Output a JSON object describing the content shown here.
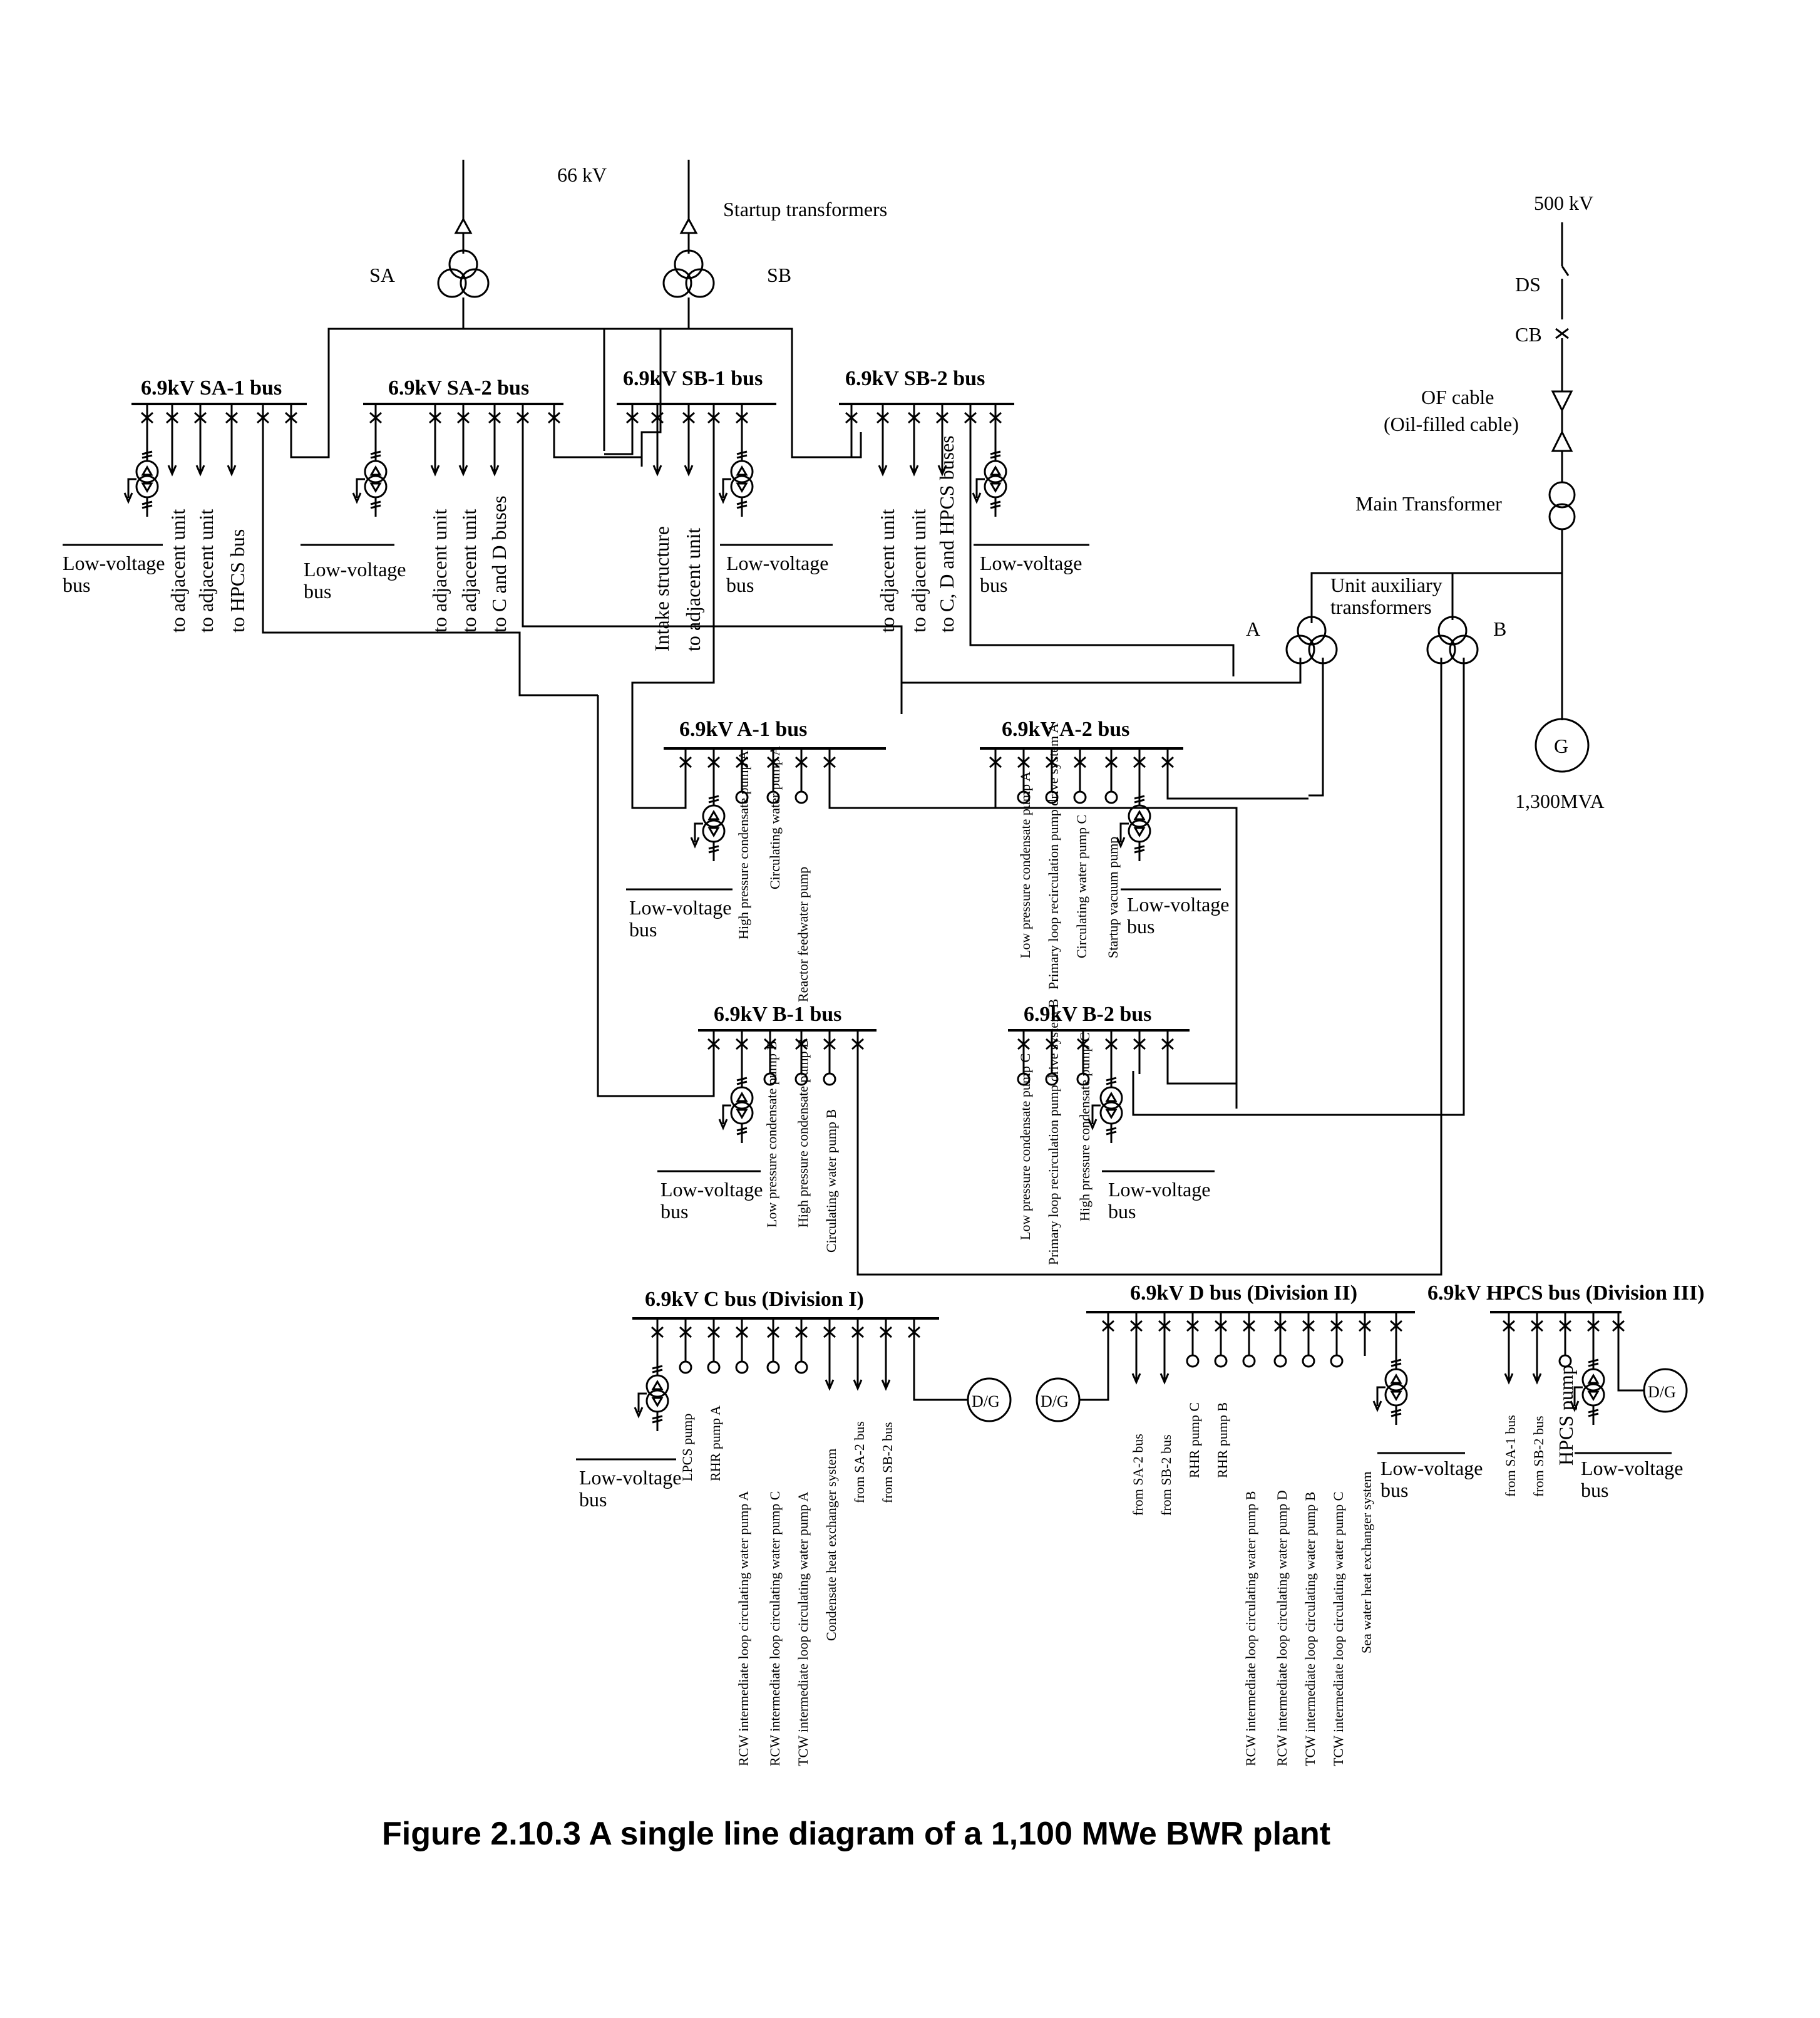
{
  "labels": {
    "kv66": "66 kV",
    "startup": "Startup transformers",
    "sa": "SA",
    "sb": "SB",
    "kv500": "500 kV",
    "ds": "DS",
    "cb": "CB",
    "of1": "OF cable",
    "of2": "(Oil-filled cable)",
    "main_tr": "Main Transformer",
    "uat1": "Unit auxiliary",
    "uat2": "transformers",
    "a": "A",
    "b": "B",
    "gen": "G",
    "mva": "1,300MVA",
    "dg": "D/G"
  },
  "buses": {
    "sa1": "6.9kV   SA-1 bus",
    "sa2": "6.9kV   SA-2 bus",
    "sb1": "6.9kV   SB-1 bus",
    "sb2": "6.9kV   SB-2 bus",
    "a1": "6.9kV   A-1 bus",
    "a2": "6.9kV   A-2 bus",
    "b1": "6.9kV   B-1 bus",
    "b2": "6.9kV   B-2 bus",
    "c": "6.9kV   C bus (Division I)",
    "d": "6.9kV   D bus (Division II)",
    "hpcs": "6.9kV   HPCS bus (Division III)"
  },
  "lv": {
    "l1": "Low-voltage",
    "l2": "bus"
  },
  "feeders": {
    "sa1": [
      "to adjacent unit",
      "to adjacent unit",
      "to HPCS bus"
    ],
    "sa2": [
      "to adjacent unit",
      "to adjacent unit",
      "to C and D buses"
    ],
    "sb1": [
      "Intake structure",
      "to adjacent unit"
    ],
    "sb2": [
      "to adjacent unit",
      "to adjacent unit",
      "to C, D and HPCS buses"
    ],
    "a1": [
      "High pressure condensate pump A",
      "Circulating water pump A",
      "Reactor feedwater pump"
    ],
    "a2": [
      "Low pressure condensate pump A",
      "Primary loop recirculation pump drive system A",
      "Circulating water pump C",
      "Startup vacuum pump"
    ],
    "b1": [
      "Low pressure condensate pump B",
      "High pressure condensate pump B",
      "Circulating water pump B"
    ],
    "b2": [
      "Low pressure condensate pump C",
      "Primary loop recirculation pump drive system B",
      "High pressure condensate pump C"
    ],
    "c": [
      "LPCS pump",
      "RHR pump A",
      "RCW intermediate loop circulating water pump A",
      "RCW intermediate loop circulating water pump C",
      "TCW intermediate loop circulating water pump A",
      "Condensate heat exchanger system",
      "from SA-2 bus",
      "from SB-2 bus"
    ],
    "d": [
      "from SA-2 bus",
      "from SB-2 bus",
      "RHR pump C",
      "RHR pump B",
      "RCW intermediate loop circulating water pump B",
      "RCW intermediate loop circulating water pump D",
      "TCW intermediate loop circulating water pump B",
      "TCW intermediate loop circulating water pump C",
      "Sea water heat exchanger system"
    ],
    "hpcs": [
      "from SA-1 bus",
      "from SB-2 bus",
      "HPCS pump"
    ]
  },
  "caption": "Figure 2.10.3    A single line diagram of a 1,100 MWe BWR plant"
}
